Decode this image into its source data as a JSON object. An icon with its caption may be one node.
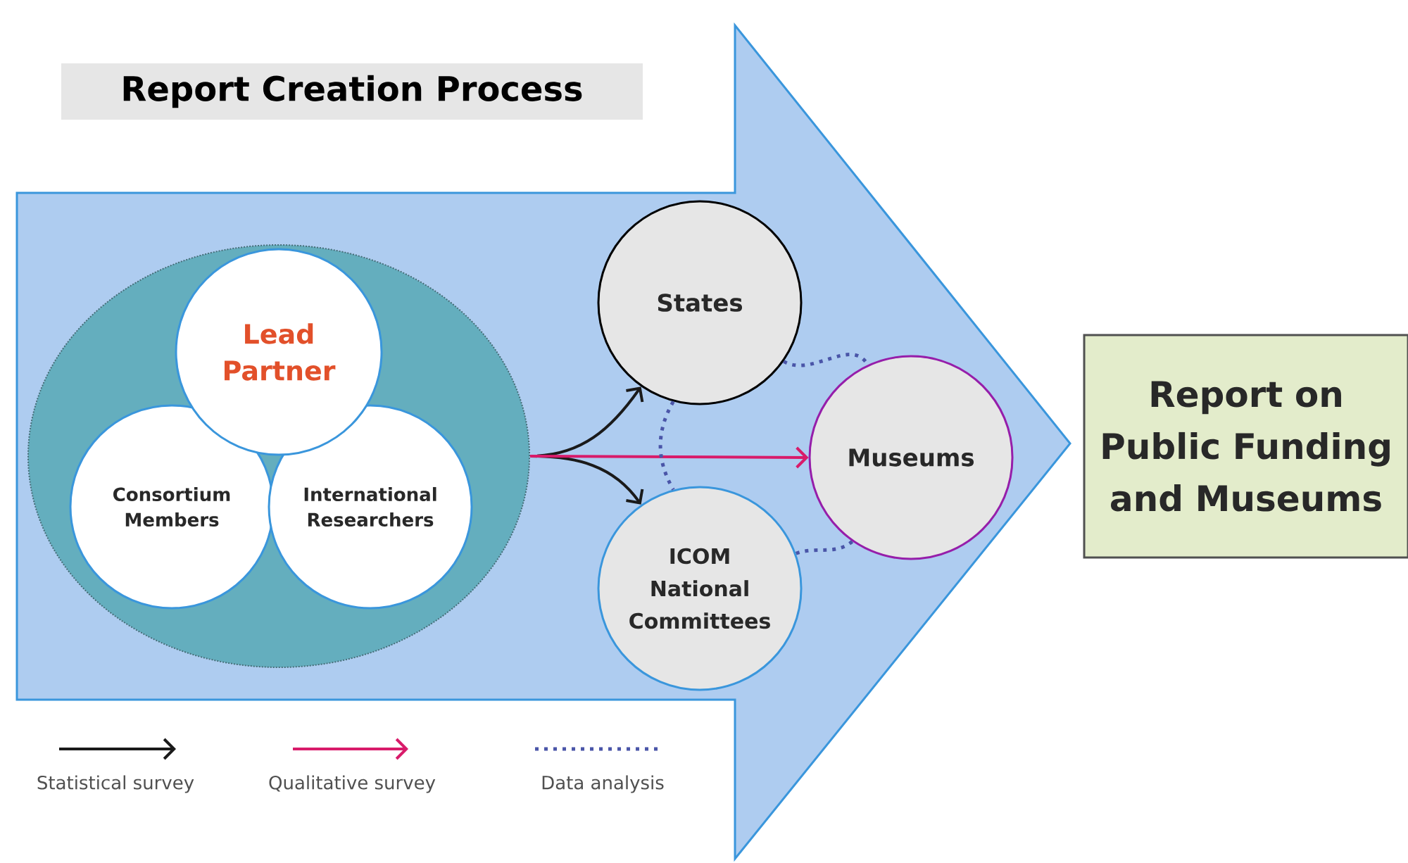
{
  "diagram": {
    "title": "Report Creation Process",
    "nodes": [
      {
        "text": [],
        "shape": "ellipse"
      },
      {
        "text": [
          "Lead Partner"
        ],
        "in": 0
      },
      {
        "text": [
          "Consortium Members"
        ],
        "in": 0
      },
      {
        "text": [
          "International Researchers"
        ],
        "in": 0
      },
      {
        "text": [
          "States"
        ]
      },
      {
        "text": [
          "Museums"
        ]
      },
      {
        "text": [
          "ICOM National Committees"
        ]
      },
      {
        "text": [
          "Report on Public Funding and Museums"
        ]
      }
    ],
    "edges": [
      {
        "from": 0,
        "to": 4,
        "arrow": "to",
        "color": "#1a1a1a"
      },
      {
        "from": 0,
        "to": 6,
        "arrow": "to",
        "color": "#1a1a1a"
      },
      {
        "from": 0,
        "to": 5,
        "arrow": "to",
        "color": "#d81b6a"
      },
      {
        "from": 4,
        "to": 5,
        "arrow": "none",
        "style": "dashed",
        "color": "#4a55a8"
      },
      {
        "from": 4,
        "to": 6,
        "arrow": "none",
        "style": "dashed",
        "color": "#4a55a8"
      },
      {
        "from": 6,
        "to": 5,
        "arrow": "none",
        "style": "dashed",
        "color": "#4a55a8"
      }
    ],
    "legend": [
      {
        "text": "Statistical survey"
      },
      {
        "text": "Qualitative survey"
      },
      {
        "text": "Data analysis"
      }
    ]
  }
}
